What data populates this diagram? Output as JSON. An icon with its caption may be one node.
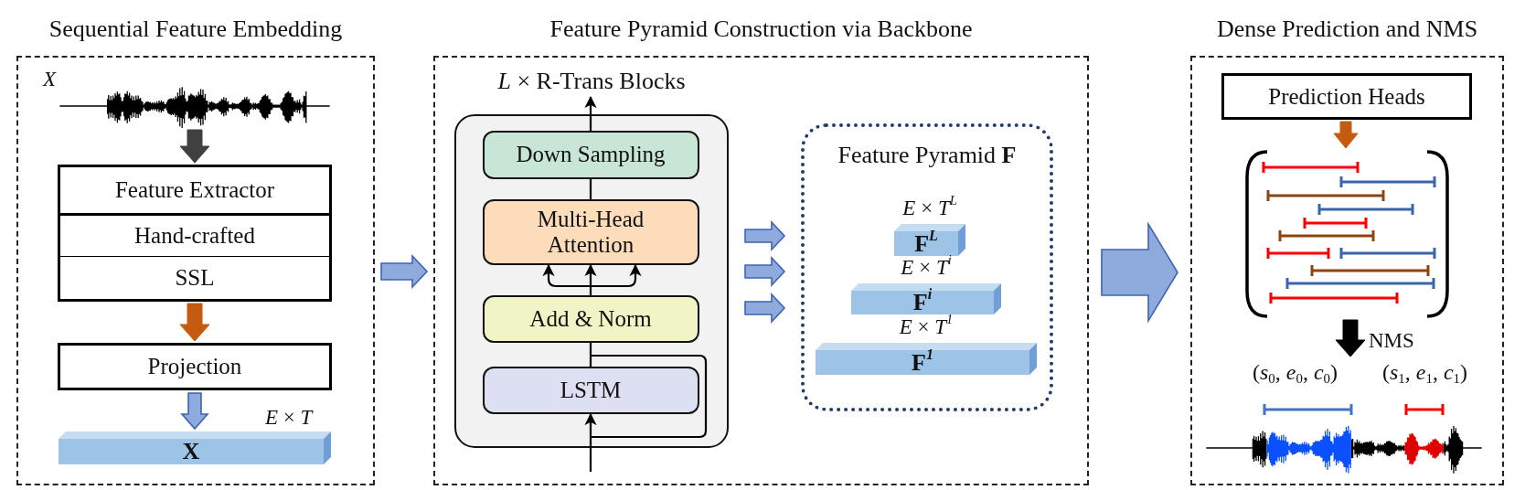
{
  "diagram": {
    "nodes": [
      {
        "text": [
          "Sequential Feature Embedding"
        ]
      },
      {
        "text": [],
        "shape": "picture",
        "in": 0,
        "beside": [
          "X"
        ]
      },
      {
        "text": [
          "Feature Extractor",
          "Hand-crafted",
          "SSL"
        ],
        "in": 0
      },
      {
        "text": [
          "Projection"
        ],
        "in": 0
      },
      {
        "text": [
          "X"
        ],
        "in": 0,
        "beside": [
          "*E* × *T*"
        ]
      },
      {
        "text": [
          "Feature Pyramid Construction via Backbone"
        ]
      },
      {
        "text": [
          "*L* × R-Trans Blocks"
        ],
        "in": 5
      },
      {
        "text": [
          "Down Sampling"
        ],
        "in": 6
      },
      {
        "text": [
          "Multi-Head Attention"
        ],
        "in": 6
      },
      {
        "text": [
          "Add & Norm"
        ],
        "in": 6
      },
      {
        "text": [
          "LSTM"
        ],
        "in": 6
      },
      {
        "text": [
          "Feature Pyramid **F**"
        ],
        "in": 5
      },
      {
        "text": [
          "**F**$^{L}$"
        ],
        "in": 11,
        "beside": [
          "*E* × *T*$^{L}$"
        ]
      },
      {
        "text": [
          "**F**$^{i}$"
        ],
        "in": 11,
        "beside": [
          "*E* × *T*$^{i}$"
        ]
      },
      {
        "text": [
          "**F**$^{1}$"
        ],
        "in": 11,
        "beside": [
          "*E* × *T*$^{1}$"
        ]
      },
      {
        "text": [
          "Dense Prediction and NMS"
        ]
      },
      {
        "text": [
          "Prediction Heads"
        ],
        "in": 15
      },
      {
        "text": [],
        "shape": "picture",
        "in": 15
      },
      {
        "text": [
          "(*s*$_{0}$, *e*$_{0}$, *c*$_{0}$)",
          "(*s*$_{1}$, *e*$_{1}$, *c*$_{1}$)"
        ],
        "in": 15
      }
    ],
    "edges": [
      {
        "from": 1,
        "to": 2,
        "arrow": "to",
        "style": "thick",
        "color": "#404040"
      },
      {
        "from": 2,
        "to": 3,
        "arrow": "to",
        "style": "thick",
        "color": "#c55a11"
      },
      {
        "from": 3,
        "to": 4,
        "arrow": "to",
        "style": "thick"
      },
      {
        "from": 0,
        "to": 5,
        "arrow": "to",
        "style": "thick"
      },
      {
        "from": 10,
        "to": 9,
        "arrow": "none",
        "color": "#000000"
      },
      {
        "from": 9,
        "to": 8,
        "arrow": "to",
        "color": "#000000"
      },
      {
        "from": 8,
        "to": 7,
        "arrow": "none",
        "color": "#000000"
      },
      {
        "from": 7,
        "to": null,
        "arrow": "to",
        "color": "#000000"
      },
      {
        "from": null,
        "to": 10,
        "arrow": "to",
        "color": "#000000"
      },
      {
        "from": 6,
        "to": 11,
        "arrow": "to",
        "style": "thick"
      },
      {
        "from": 6,
        "to": 11,
        "arrow": "to",
        "style": "thick"
      },
      {
        "from": 6,
        "to": 11,
        "arrow": "to",
        "style": "thick"
      },
      {
        "from": 5,
        "to": 15,
        "arrow": "to",
        "style": "thick"
      },
      {
        "from": 16,
        "to": 17,
        "arrow": "to",
        "style": "thick",
        "color": "#c55a11"
      },
      {
        "from": 17,
        "to": 18,
        "arrow": "to",
        "style": "thick",
        "color": "#000000",
        "label": "NMS"
      }
    ]
  }
}
